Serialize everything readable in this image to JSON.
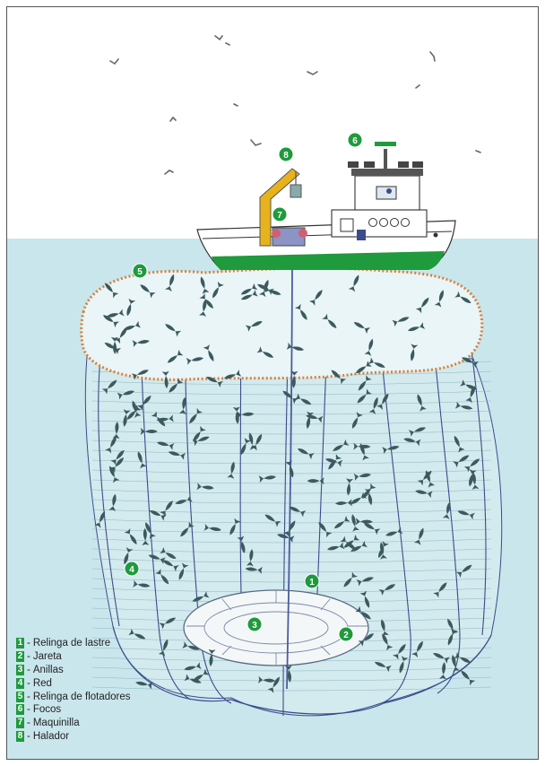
{
  "legend": [
    {
      "num": "1",
      "label": "Relinga de lastre"
    },
    {
      "num": "2",
      "label": "Jareta"
    },
    {
      "num": "3",
      "label": "Anillas"
    },
    {
      "num": "4",
      "label": "Red"
    },
    {
      "num": "5",
      "label": "Relinga de flotadores"
    },
    {
      "num": "6",
      "label": "Focos"
    },
    {
      "num": "7",
      "label": "Maquinilla"
    },
    {
      "num": "8",
      "label": "Halador"
    }
  ],
  "callouts": [
    "1",
    "2",
    "3",
    "4",
    "5",
    "6",
    "7",
    "8"
  ],
  "legend_separator": "-",
  "colors": {
    "sea": "#c9e6ec",
    "sky": "#ffffff",
    "hull_green": "#1f9a3c",
    "callout_green": "#1f9a3c",
    "net_line": "#3a4c8c",
    "float_line": "#d9803a",
    "crane_yellow": "#e8b21c",
    "fish": "#3c5a5e"
  }
}
